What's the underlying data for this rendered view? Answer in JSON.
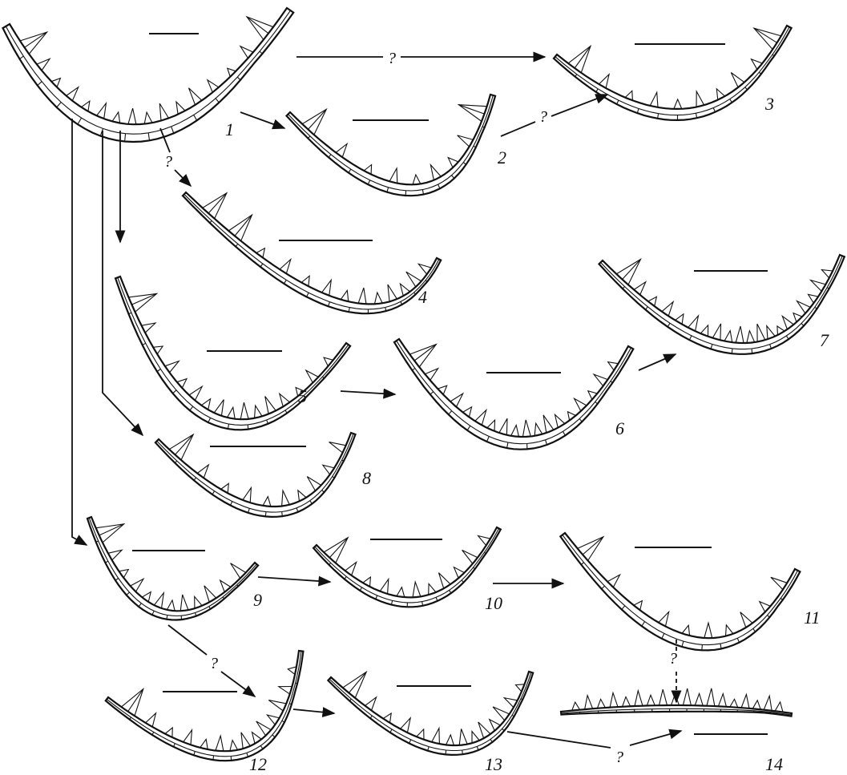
{
  "specimens": [
    {
      "id": "1",
      "label": "1"
    },
    {
      "id": "2",
      "label": "2"
    },
    {
      "id": "3",
      "label": "3"
    },
    {
      "id": "4",
      "label": "4"
    },
    {
      "id": "5",
      "label": "5"
    },
    {
      "id": "6",
      "label": "6"
    },
    {
      "id": "7",
      "label": "7"
    },
    {
      "id": "8",
      "label": "8"
    },
    {
      "id": "9",
      "label": "9"
    },
    {
      "id": "10",
      "label": "10"
    },
    {
      "id": "11",
      "label": "11"
    },
    {
      "id": "12",
      "label": "12"
    },
    {
      "id": "13",
      "label": "13"
    },
    {
      "id": "14",
      "label": "14"
    }
  ],
  "relations": [
    {
      "from": "1",
      "to": "3",
      "uncertain": true,
      "mark": "?"
    },
    {
      "from": "1",
      "to": "2",
      "uncertain": false,
      "mark": ""
    },
    {
      "from": "2",
      "to": "3",
      "uncertain": true,
      "mark": "?"
    },
    {
      "from": "1",
      "to": "4",
      "uncertain": true,
      "mark": "?"
    },
    {
      "from": "1",
      "to": "5",
      "uncertain": false,
      "mark": ""
    },
    {
      "from": "1",
      "to": "8",
      "uncertain": false,
      "mark": ""
    },
    {
      "from": "1",
      "to": "9",
      "uncertain": false,
      "mark": ""
    },
    {
      "from": "5",
      "to": "6",
      "uncertain": false,
      "mark": ""
    },
    {
      "from": "6",
      "to": "7",
      "uncertain": false,
      "mark": ""
    },
    {
      "from": "9",
      "to": "10",
      "uncertain": false,
      "mark": ""
    },
    {
      "from": "10",
      "to": "11",
      "uncertain": false,
      "mark": ""
    },
    {
      "from": "9",
      "to": "12",
      "uncertain": true,
      "mark": "?"
    },
    {
      "from": "12",
      "to": "13",
      "uncertain": false,
      "mark": ""
    },
    {
      "from": "13",
      "to": "14",
      "uncertain": true,
      "mark": "?"
    },
    {
      "from": "11",
      "to": "14",
      "uncertain": true,
      "mark": "?"
    }
  ]
}
